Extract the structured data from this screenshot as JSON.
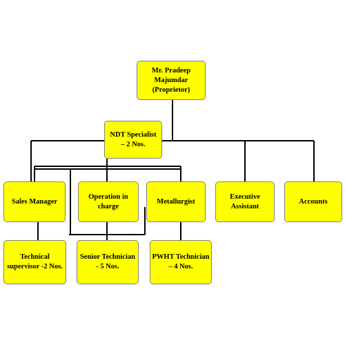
{
  "nodes": {
    "proprietor": "Mr. Pradeep Majumdar\n(Proprietor)",
    "ndt_specialist": "NDT Specialist\n– 2 Nos.",
    "sales_manager": "Sales Manager",
    "operation_in_charge": "Operation in charge",
    "metallurgist": "Metallurgist",
    "executive_assistant": "Executive Assistant",
    "accounts": "Accounts",
    "technical_supervisor": "Technical\nsupervisor -2 Nos.",
    "senior_technician": "Senior Technician\n- 5 Nos.",
    "pwht_technician": "PWHT Technician\n– 4  Nos."
  },
  "colors": {
    "box_fill": "#ffff00",
    "box_border": "#7f7f7f",
    "connector": "#000000"
  }
}
